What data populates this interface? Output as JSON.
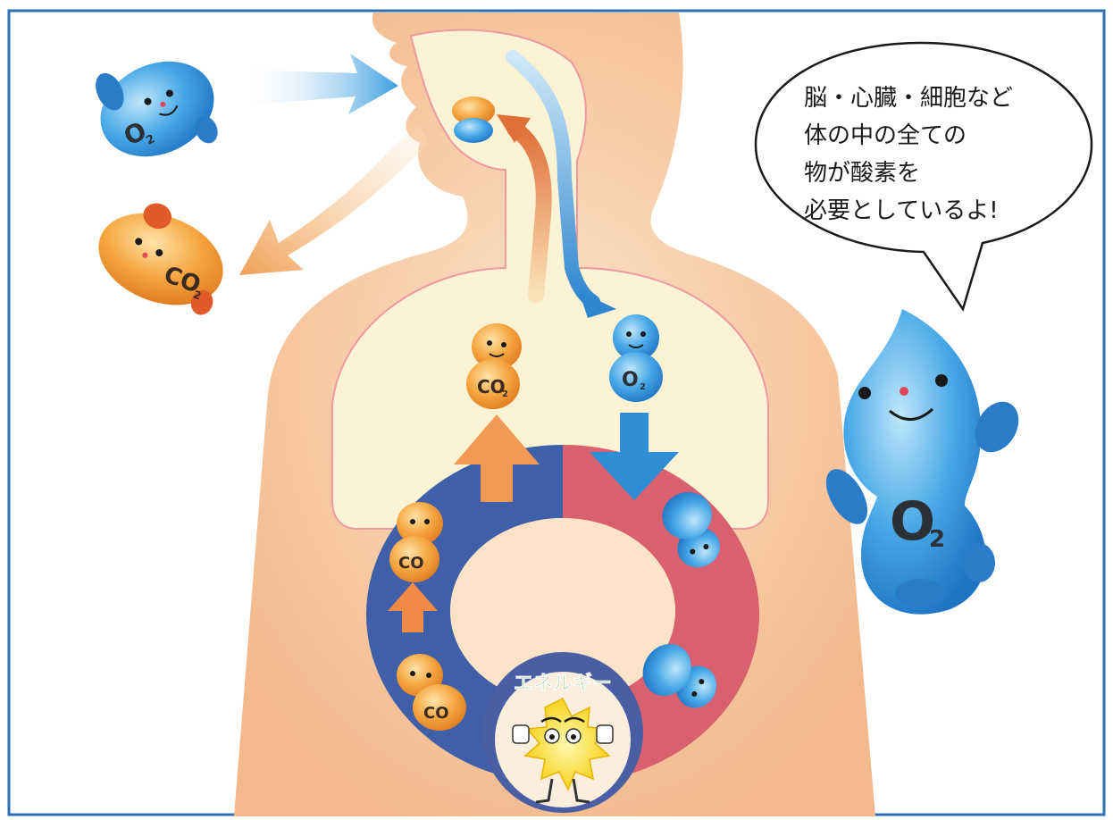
{
  "speech_bubble": {
    "lines": [
      "脳・心臓・細胞など",
      "体の中の全ての",
      "物が酸素を",
      "必要としているよ!"
    ]
  },
  "energy_label": "エネルギー",
  "molecules": {
    "o2": "O",
    "co2": "CO",
    "subscript": "2"
  },
  "colors": {
    "frame": "#2f6fb3",
    "skin": "#f5c59a",
    "airway": "#fbf3d4",
    "oxygen": "#3a9ee0",
    "carbon_dioxide": "#f09a3a",
    "vein": "#3f5fa8",
    "artery": "#d9606e",
    "energy": "#3fa535"
  }
}
